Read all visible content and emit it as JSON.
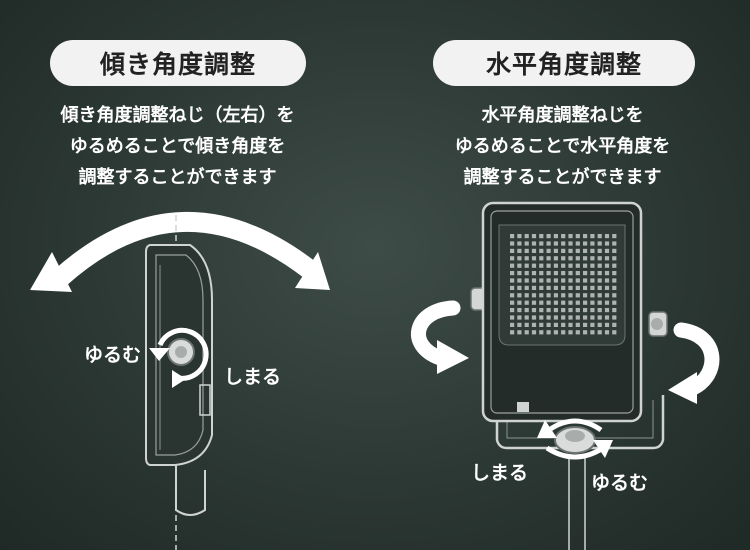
{
  "left": {
    "title": "傾き角度調整",
    "description": "傾き角度調整ねじ（左右）を\nゆるめることで傾き角度を\n調整することができます",
    "loosen_label": "ゆるむ",
    "tighten_label": "しまる"
  },
  "right": {
    "title": "水平角度調整",
    "description": "水平角度調整ねじを\nゆるめることで水平角度を\n調整することができます",
    "tighten_label": "しまる",
    "loosen_label": "ゆるむ"
  },
  "icons": [
    "arc-arrow-icon",
    "rotate-arrow-icon",
    "floodlight-side-illustration",
    "floodlight-front-illustration"
  ]
}
